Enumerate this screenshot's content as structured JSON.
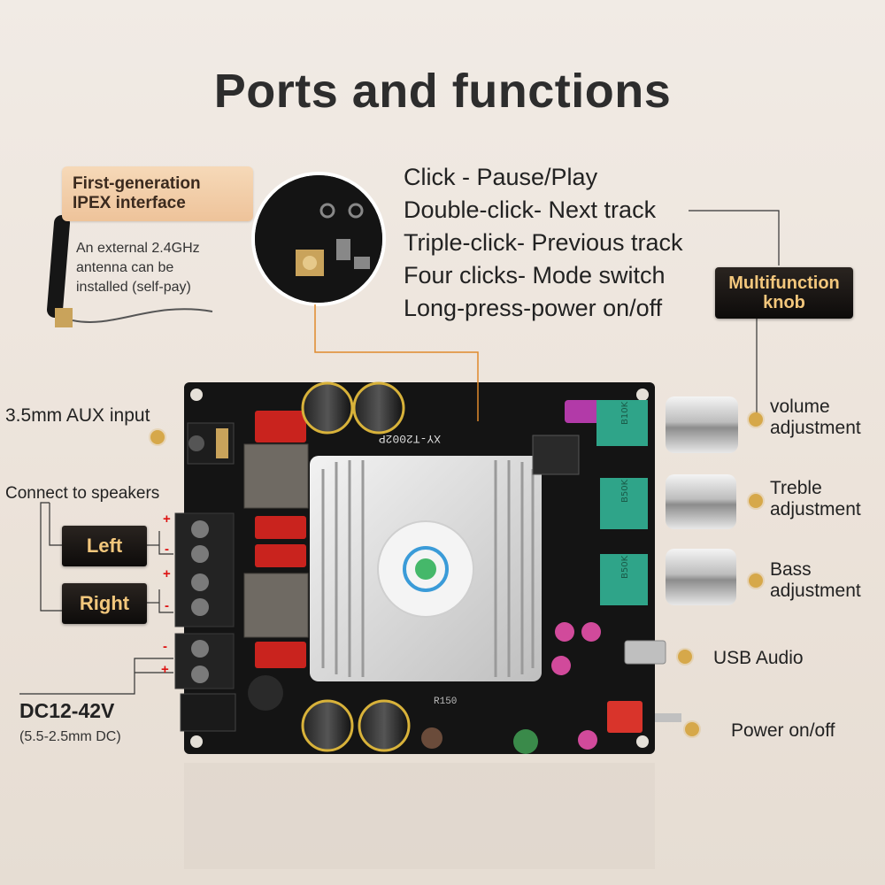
{
  "title": "Ports and functions",
  "ipex": {
    "tag": "First-generation IPEX interface",
    "note_lines": [
      "An external 2.4GHz",
      "antenna can be",
      "installed (self-pay)"
    ]
  },
  "knob_functions": [
    "Click - Pause/Play",
    "Double-click- Next track",
    "Triple-click- Previous track",
    "Four clicks- Mode switch",
    "Long-press-power on/off"
  ],
  "multifunction_knob": {
    "line1": "Multifunction",
    "line2": "knob"
  },
  "ports_left": {
    "aux": "3.5mm AUX input",
    "speakers": "Connect to speakers",
    "left": "Left",
    "right": "Right",
    "plus": "+",
    "minus": "-",
    "dc": "DC12-42V",
    "dc_sub": "(5.5-2.5mm DC)"
  },
  "ports_right": {
    "volume_1": "volume",
    "volume_2": "adjustment",
    "treble_1": "Treble",
    "treble_2": "adjustment",
    "bass_1": "Bass",
    "bass_2": "adjustment",
    "usb": "USB Audio",
    "power": "Power on/off"
  },
  "board": {
    "model": "XY-T2002P",
    "pot_label": "B50K",
    "pot_label_top": "B10K",
    "resistor": "R150"
  },
  "colors": {
    "accent_gold": "#d6a84a",
    "badge_text": "#f3c77c",
    "board": "#141414",
    "terminal_red": "#c9231e"
  }
}
